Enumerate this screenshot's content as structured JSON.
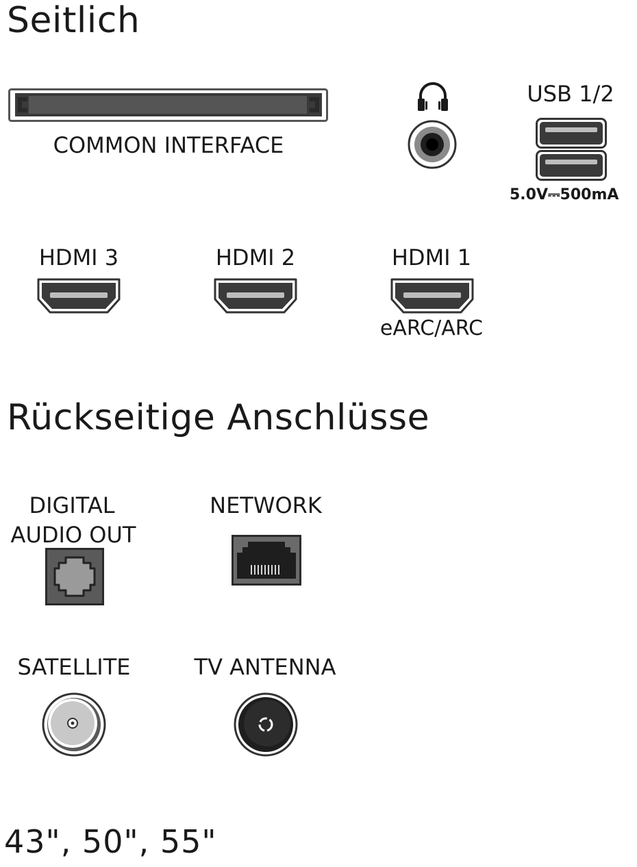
{
  "sections": {
    "side_heading": "Seitlich",
    "back_heading": "Rückseitige Anschlüsse",
    "sizes": "43\", 50\", 55\""
  },
  "side": {
    "common_interface": "COMMON INTERFACE",
    "usb_label": "USB 1/2",
    "usb_spec": "5.0V⎓500mA",
    "hdmi3": "HDMI 3",
    "hdmi2": "HDMI 2",
    "hdmi1": "HDMI 1",
    "hdmi1_sub": "eARC/ARC",
    "headphone_icon": "headphone-icon"
  },
  "back": {
    "digital_audio_line1": "DIGITAL",
    "digital_audio_line2": "AUDIO OUT",
    "network": "NETWORK",
    "satellite": "SATELLITE",
    "tv_antenna": "TV ANTENNA"
  }
}
